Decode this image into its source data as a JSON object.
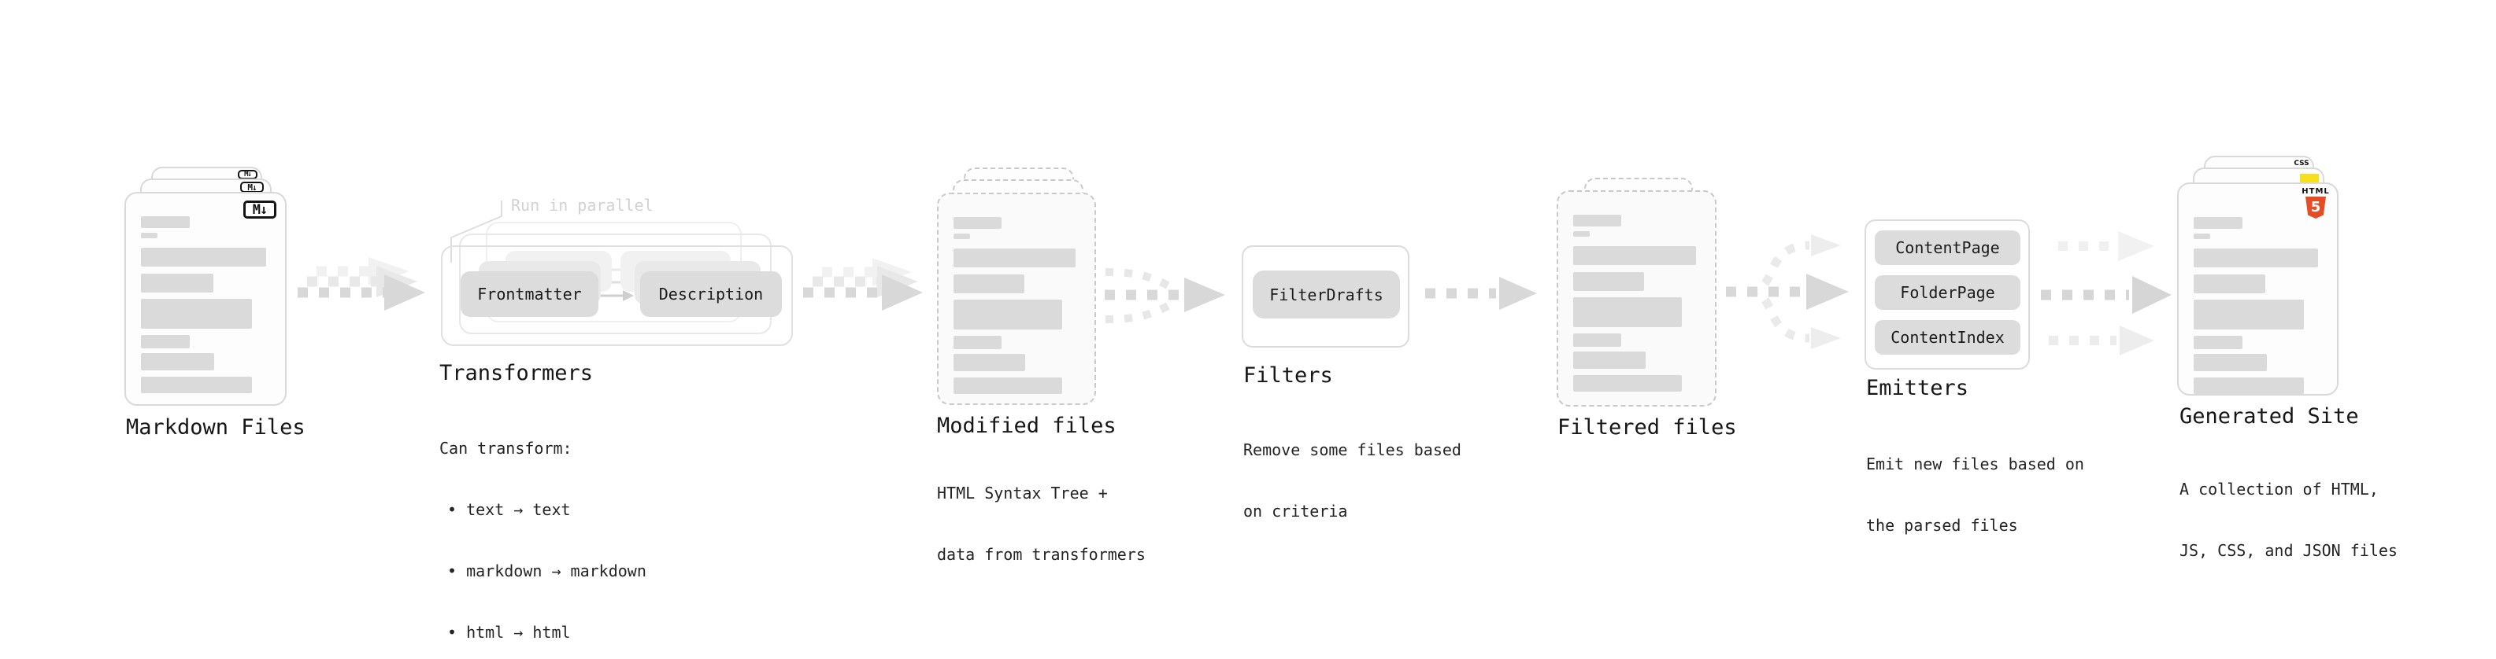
{
  "nodes": {
    "markdown_files": {
      "title": "Markdown Files",
      "badge": "M↓"
    },
    "transformers": {
      "title": "Transformers",
      "annotation": "Run in parallel",
      "pill_a": "Frontmatter",
      "pill_b": "Description",
      "desc": [
        "Can transform:",
        "• text → text",
        "• markdown → markdown",
        "• html → html"
      ]
    },
    "modified_files": {
      "title": "Modified files",
      "desc": [
        "HTML Syntax Tree +",
        "data from transformers"
      ]
    },
    "filters": {
      "title": "Filters",
      "pill": "FilterDrafts",
      "desc": [
        "Remove some files based",
        "on criteria"
      ]
    },
    "filtered_files": {
      "title": "Filtered files"
    },
    "emitters": {
      "title": "Emitters",
      "pills": [
        "ContentPage",
        "FolderPage",
        "ContentIndex"
      ],
      "desc": [
        "Emit new files based on",
        "the parsed files"
      ]
    },
    "generated_site": {
      "title": "Generated Site",
      "desc": [
        "A collection of HTML,",
        "JS, CSS, and JSON files"
      ],
      "badge_html_label": "HTML",
      "badge_html_number": "5",
      "badge_css_label": "CSS"
    }
  },
  "colors": {
    "html5_orange": "#e44d26",
    "js_yellow": "#f7df1e",
    "css_blue": "#2962ff",
    "badge_black": "#141414",
    "pill_gray": "#dcdcdc",
    "arrow_gray": "#d8d8d8",
    "annotation_gray": "#d2d2d2",
    "text_black": "#161616"
  }
}
